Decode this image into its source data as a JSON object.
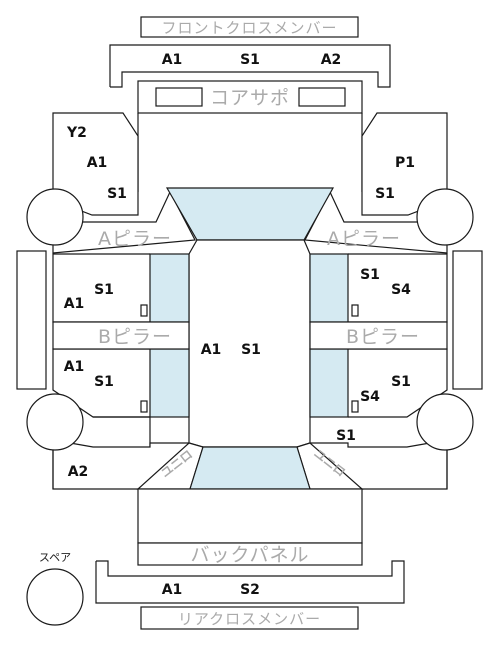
{
  "parts": {
    "front_cross_member": "フロントクロスメンバー",
    "core_support": "コアサポ",
    "a_pillar": "Aピラー",
    "b_pillar": "Bピラー",
    "back_panel": "バックパネル",
    "rear_cross_member": "リアクロスメンバー",
    "spare": "スペア",
    "corner": "ユニロ"
  },
  "labels": {
    "front_a1": "A1",
    "front_s1": "S1",
    "front_a2": "A2",
    "fl_y2": "Y2",
    "fl_a1": "A1",
    "fl_s1": "S1",
    "fr_p1": "P1",
    "fr_s1": "S1",
    "lf_s1": "S1",
    "lf_a1": "A1",
    "lr_a1": "A1",
    "lr_s1": "S1",
    "center_a1": "A1",
    "center_s1": "S1",
    "rf_s1": "S1",
    "rf_s4": "S4",
    "rr_s1": "S1",
    "rr_s4": "S4",
    "rr_s1b": "S1",
    "rl_a2": "A2",
    "rear_a1": "A1",
    "rear_s2": "S2"
  }
}
